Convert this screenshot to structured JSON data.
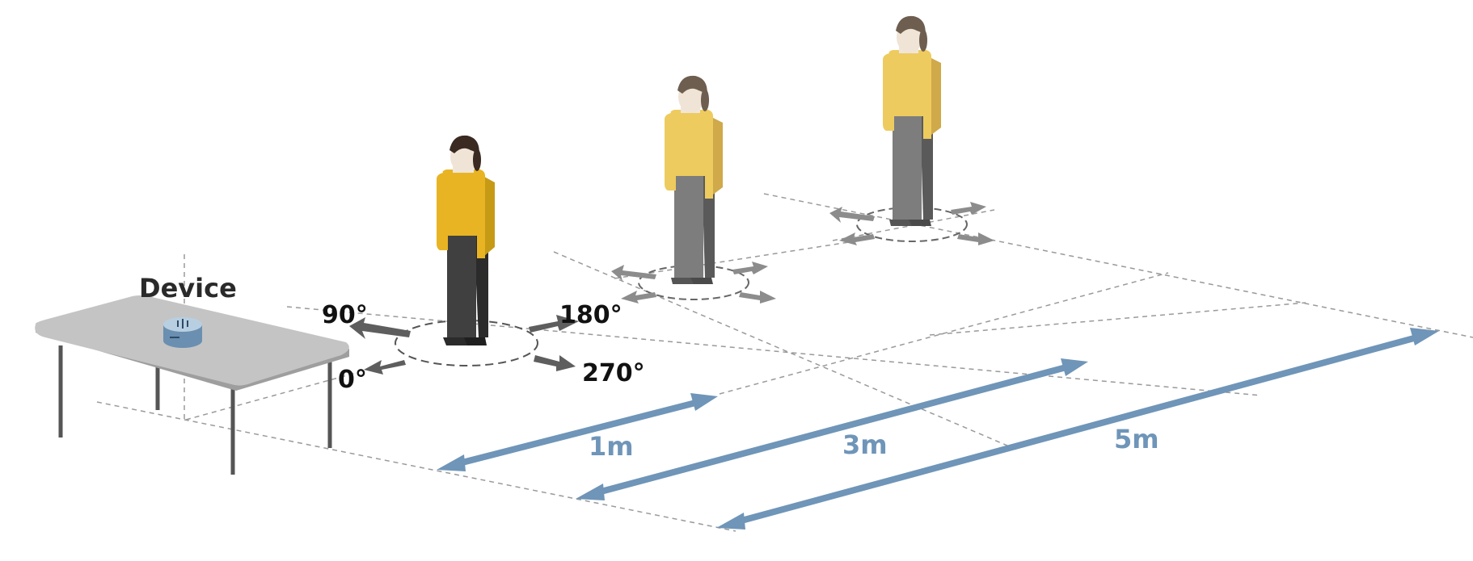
{
  "device": {
    "label": "Device"
  },
  "angles": {
    "a0": "0°",
    "a90": "90°",
    "a180": "180°",
    "a270": "270°"
  },
  "distances": [
    {
      "label": "1m"
    },
    {
      "label": "3m"
    },
    {
      "label": "5m"
    }
  ],
  "colors": {
    "distance_arrow": "#6f95b8",
    "rotation_arrow_near": "#5e5e5e",
    "rotation_arrow_far": "#8c8c8c",
    "shirt_near": "#e8b423",
    "shirt_mid": "#eecb5e",
    "pants_near": "#3e3e3e",
    "pants_far": "#7d7d7d",
    "table_top": "#c4c4c4",
    "device_body": "#8fb0cc"
  },
  "icons": [
    "person-icon",
    "table-icon",
    "speaker-device-icon",
    "rotation-arrow-icon",
    "distance-arrow-icon"
  ]
}
